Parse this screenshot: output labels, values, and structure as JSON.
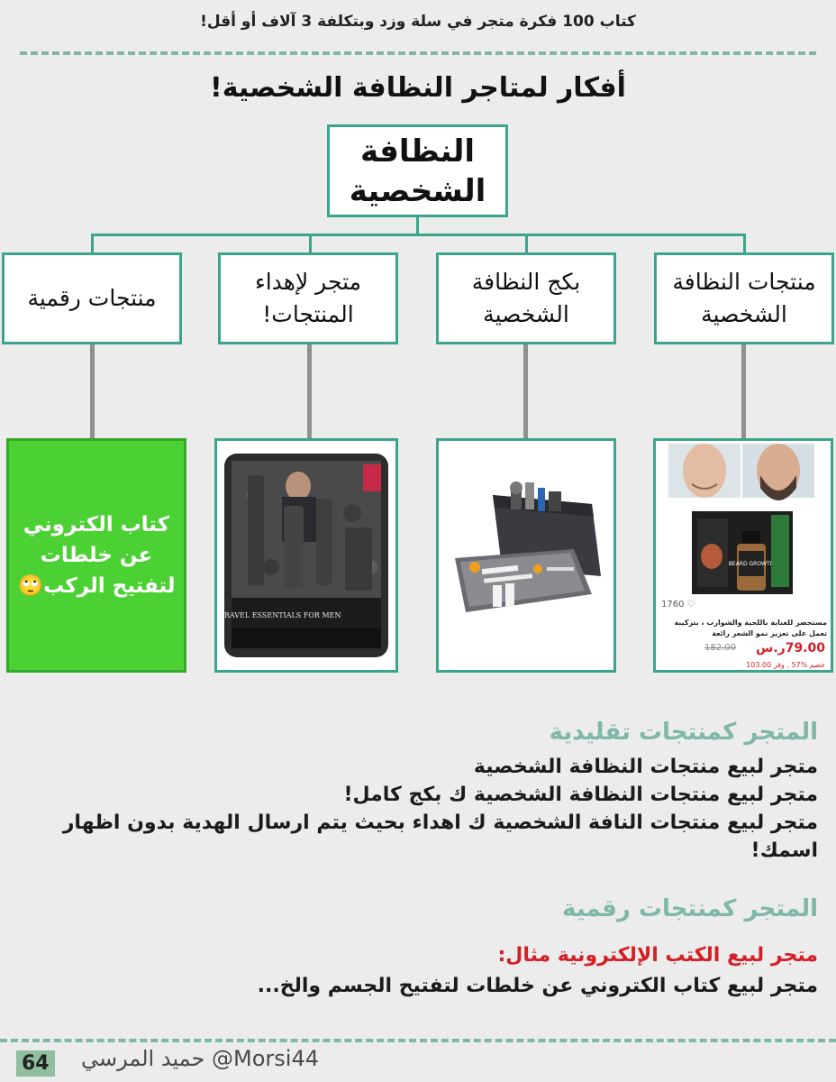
{
  "header": {
    "book_title": "كتاب 100 فكرة متجر في سلة وزد وبتكلفة 3 آلاف أو أقل!"
  },
  "page": {
    "title": "أفكار لمتاجر النظافة الشخصية!"
  },
  "tree": {
    "root_line1": "النظافة",
    "root_line2": "الشخصية",
    "categories": [
      {
        "line1": "منتجات النظافة",
        "line2": "الشخصية"
      },
      {
        "line1": "بكج النظافة",
        "line2": "الشخصية"
      },
      {
        "line1": "متجر لإهداء",
        "line2": "المنتجات!"
      },
      {
        "line1": "منتجات رقمية",
        "line2": ""
      }
    ]
  },
  "product_card": {
    "likes": "1760",
    "name": "مستحضر للعناية باللحية والشوارب ، بتركيبة تعمل على تعزيز نمو الشعر رائعة",
    "price": "79.00ر.س",
    "old_price": "182.00",
    "discount": "خصم %57 , وفر 103.00"
  },
  "kit_image_text": "TRAVEL ESSENTIALS FOR MEN",
  "beard_label": "BEARD GROWTH",
  "digital_card": {
    "line1": "كتاب الكتروني",
    "line2": "عن خلطات",
    "line3": "لتفتيح الركب",
    "emoji": "🙄"
  },
  "sections": [
    {
      "heading": "المتجر كمنتجات تقليدية",
      "lines": [
        "متجر لبيع منتجات النظافة الشخصية",
        "متجر لبيع منتجات النظافة الشخصية ك بكج كامل!",
        "متجر لبيع منتجات النافة الشخصية ك اهداء بحيث يتم ارسال الهدية بدون اظهار اسمك!"
      ]
    },
    {
      "heading": "المتجر كمنتجات رقمية",
      "red_line": "متجر لبيع الكتب الإلكترونية مثال:",
      "lines": [
        "متجر لبيع كتاب الكتروني عن خلطات لتفتيح الجسم والخ..."
      ]
    }
  ],
  "footer": {
    "author": "حميد المرسي @Morsi44",
    "page_number": "64"
  },
  "colors": {
    "accent": "#3aa58a",
    "dash": "#7fb7a9",
    "green_card": "#4cd134",
    "red": "#d51f26"
  }
}
